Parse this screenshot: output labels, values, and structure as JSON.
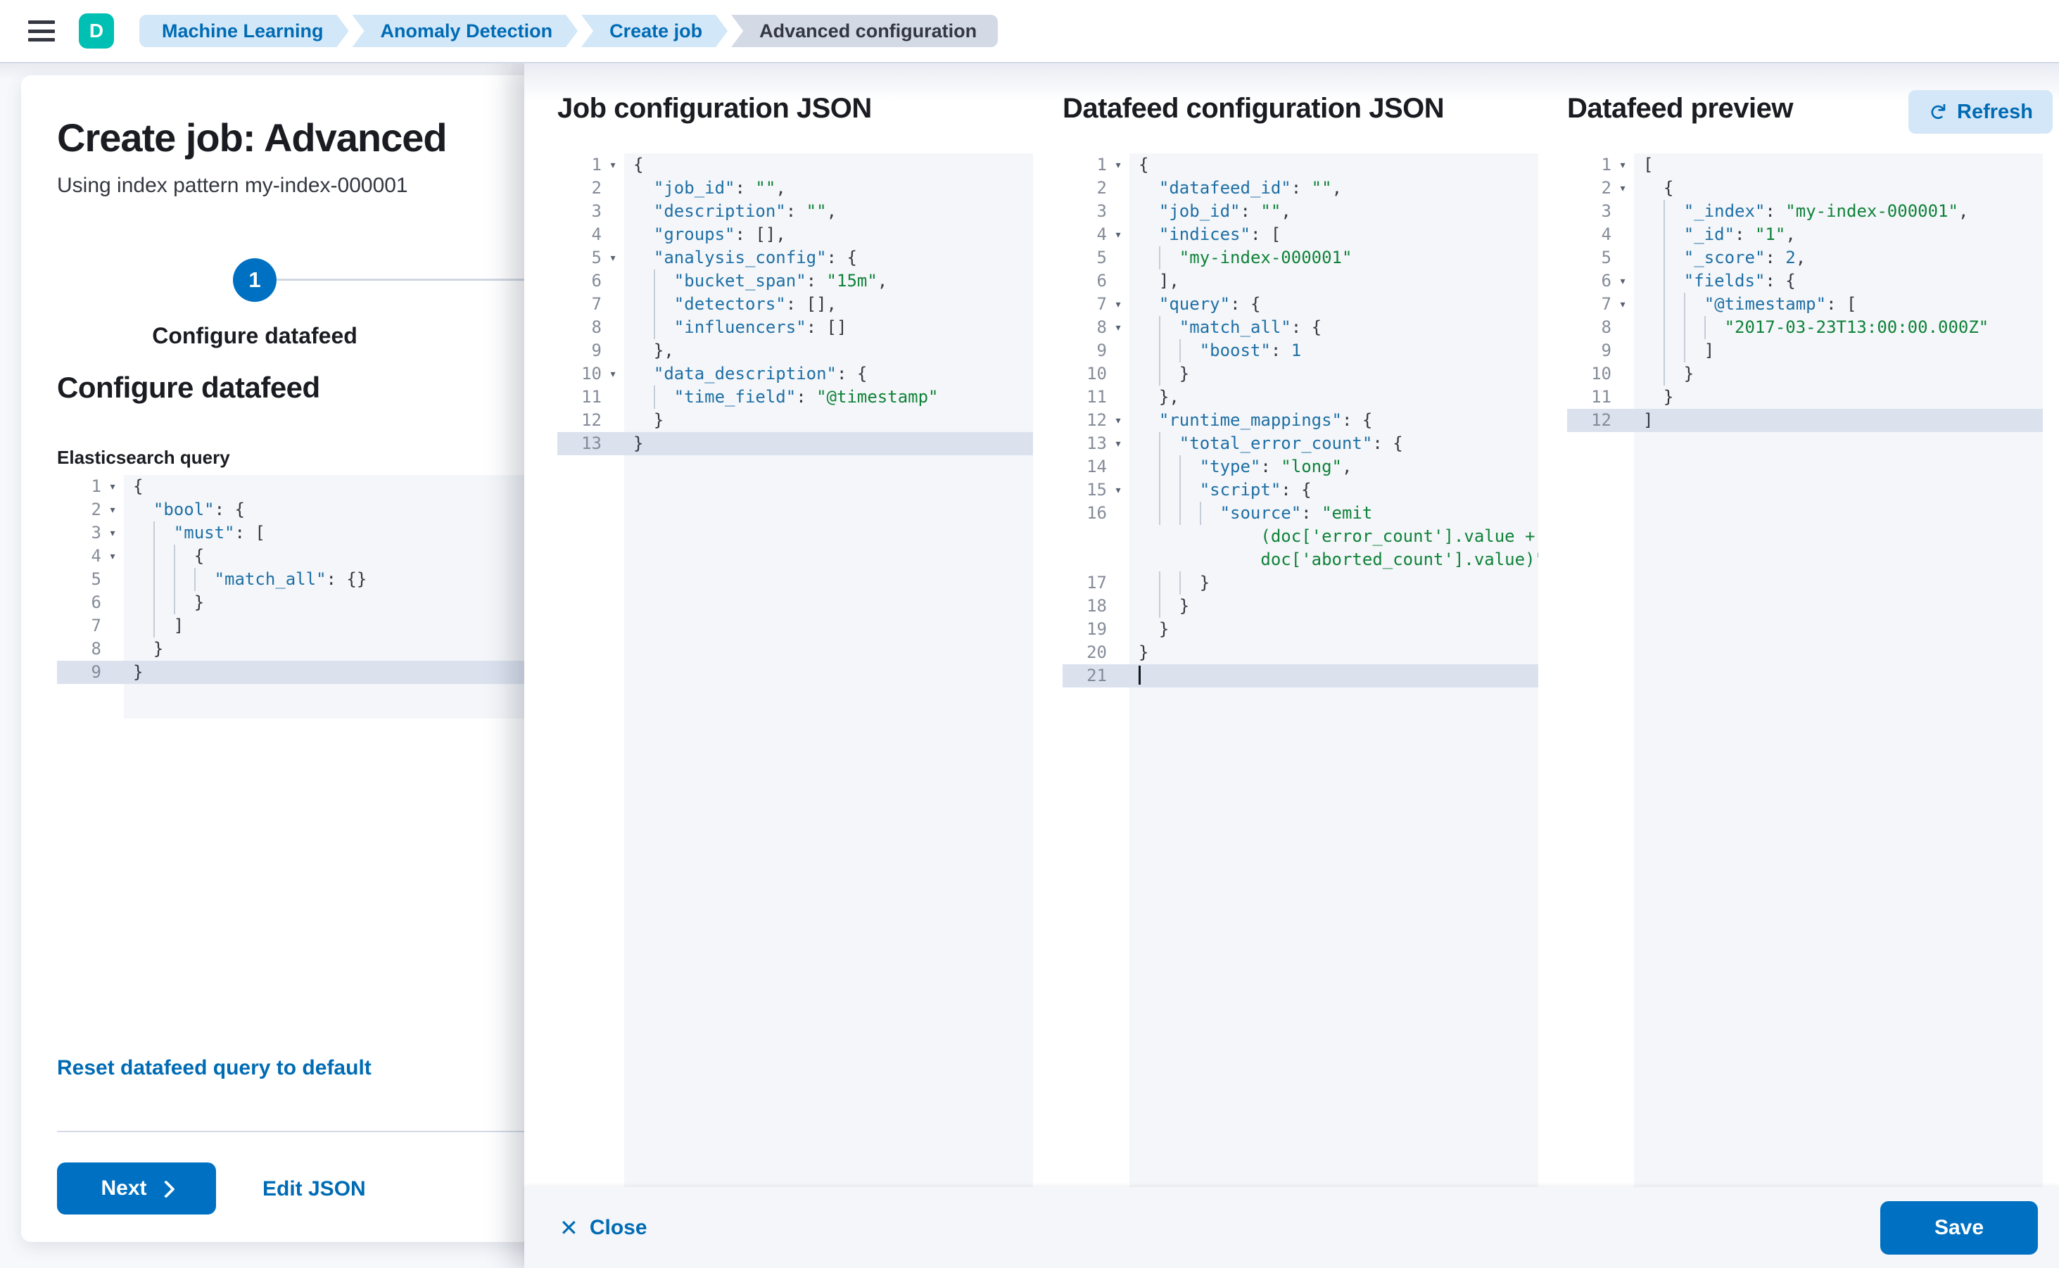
{
  "topbar": {
    "avatar_initial": "D",
    "breadcrumbs": [
      {
        "label": "Machine Learning",
        "current": false
      },
      {
        "label": "Anomaly Detection",
        "current": false
      },
      {
        "label": "Create job",
        "current": false
      },
      {
        "label": "Advanced configuration",
        "current": true
      }
    ]
  },
  "wizard": {
    "title": "Create job: Advanced",
    "subtitle": "Using index pattern my-index-000001",
    "step_number": "1",
    "step_label": "Configure datafeed",
    "section_heading": "Configure datafeed",
    "query_editor_label": "Elasticsearch query",
    "reset_link": "Reset datafeed query to default",
    "next_button": "Next",
    "edit_json_link": "Edit JSON"
  },
  "flyout": {
    "columns": [
      {
        "title": "Job configuration JSON"
      },
      {
        "title": "Datafeed configuration JSON"
      },
      {
        "title": "Datafeed preview",
        "refresh_button": "Refresh"
      }
    ],
    "close_button": "Close",
    "save_button": "Save"
  },
  "colors": {
    "primary_button": "#0071c2",
    "link_blue": "#006bb4",
    "breadcrumb_pill": "#d2e7f8",
    "breadcrumb_current": "#d3dae6",
    "avatar_green": "#00bfb3",
    "code_key": "#1e6fa5",
    "code_string": "#0f8239",
    "code_background": "#f4f6f9",
    "active_line": "#dbe2ee"
  },
  "editors": {
    "query": {
      "lines": [
        {
          "n": "1",
          "fold": true,
          "t": "{"
        },
        {
          "n": "2",
          "fold": true,
          "t": "  \"bool\": {"
        },
        {
          "n": "3",
          "fold": true,
          "t": "    \"must\": ["
        },
        {
          "n": "4",
          "fold": true,
          "t": "      {"
        },
        {
          "n": "5",
          "fold": false,
          "t": "        \"match_all\": {}"
        },
        {
          "n": "6",
          "fold": false,
          "t": "      }"
        },
        {
          "n": "7",
          "fold": false,
          "t": "    ]"
        },
        {
          "n": "8",
          "fold": false,
          "t": "  }"
        },
        {
          "n": "9",
          "fold": false,
          "t": "}",
          "active": true
        }
      ]
    },
    "job": {
      "lines": [
        {
          "n": "1",
          "fold": true,
          "t": "{"
        },
        {
          "n": "2",
          "fold": false,
          "t": "  \"job_id\": \"\","
        },
        {
          "n": "3",
          "fold": false,
          "t": "  \"description\": \"\","
        },
        {
          "n": "4",
          "fold": false,
          "t": "  \"groups\": [],"
        },
        {
          "n": "5",
          "fold": true,
          "t": "  \"analysis_config\": {"
        },
        {
          "n": "6",
          "fold": false,
          "t": "    \"bucket_span\": \"15m\","
        },
        {
          "n": "7",
          "fold": false,
          "t": "    \"detectors\": [],"
        },
        {
          "n": "8",
          "fold": false,
          "t": "    \"influencers\": []"
        },
        {
          "n": "9",
          "fold": false,
          "t": "  },"
        },
        {
          "n": "10",
          "fold": true,
          "t": "  \"data_description\": {"
        },
        {
          "n": "11",
          "fold": false,
          "t": "    \"time_field\": \"@timestamp\""
        },
        {
          "n": "12",
          "fold": false,
          "t": "  }"
        },
        {
          "n": "13",
          "fold": false,
          "t": "}",
          "active": true
        }
      ]
    },
    "datafeed": {
      "lines": [
        {
          "n": "1",
          "fold": true,
          "t": "{"
        },
        {
          "n": "2",
          "fold": false,
          "t": "  \"datafeed_id\": \"\","
        },
        {
          "n": "3",
          "fold": false,
          "t": "  \"job_id\": \"\","
        },
        {
          "n": "4",
          "fold": true,
          "t": "  \"indices\": ["
        },
        {
          "n": "5",
          "fold": false,
          "t": "    \"my-index-000001\""
        },
        {
          "n": "6",
          "fold": false,
          "t": "  ],"
        },
        {
          "n": "7",
          "fold": true,
          "t": "  \"query\": {"
        },
        {
          "n": "8",
          "fold": true,
          "t": "    \"match_all\": {"
        },
        {
          "n": "9",
          "fold": false,
          "t": "      \"boost\": 1"
        },
        {
          "n": "10",
          "fold": false,
          "t": "    }"
        },
        {
          "n": "11",
          "fold": false,
          "t": "  },"
        },
        {
          "n": "12",
          "fold": true,
          "t": "  \"runtime_mappings\": {"
        },
        {
          "n": "13",
          "fold": true,
          "t": "    \"total_error_count\": {"
        },
        {
          "n": "14",
          "fold": false,
          "t": "      \"type\": \"long\","
        },
        {
          "n": "15",
          "fold": true,
          "t": "      \"script\": {"
        },
        {
          "n": "16",
          "fold": false,
          "t": "        \"source\": \"emit"
        },
        {
          "n": "",
          "fold": false,
          "t": "            (doc['error_count'].value +",
          "wrap": true
        },
        {
          "n": "",
          "fold": false,
          "t": "            doc['aborted_count'].value)\"",
          "wrap": true
        },
        {
          "n": "17",
          "fold": false,
          "t": "      }"
        },
        {
          "n": "18",
          "fold": false,
          "t": "    }"
        },
        {
          "n": "19",
          "fold": false,
          "t": "  }"
        },
        {
          "n": "20",
          "fold": false,
          "t": "}"
        },
        {
          "n": "21",
          "fold": false,
          "t": "",
          "active": true,
          "cursor": true
        }
      ]
    },
    "preview": {
      "lines": [
        {
          "n": "1",
          "fold": true,
          "t": "["
        },
        {
          "n": "2",
          "fold": true,
          "t": "  {"
        },
        {
          "n": "3",
          "fold": false,
          "t": "    \"_index\": \"my-index-000001\","
        },
        {
          "n": "4",
          "fold": false,
          "t": "    \"_id\": \"1\","
        },
        {
          "n": "5",
          "fold": false,
          "t": "    \"_score\": 2,"
        },
        {
          "n": "6",
          "fold": true,
          "t": "    \"fields\": {"
        },
        {
          "n": "7",
          "fold": true,
          "t": "      \"@timestamp\": ["
        },
        {
          "n": "8",
          "fold": false,
          "t": "        \"2017-03-23T13:00:00.000Z\""
        },
        {
          "n": "9",
          "fold": false,
          "t": "      ]"
        },
        {
          "n": "10",
          "fold": false,
          "t": "    }"
        },
        {
          "n": "11",
          "fold": false,
          "t": "  }"
        },
        {
          "n": "12",
          "fold": false,
          "t": "]",
          "active": true
        }
      ]
    }
  }
}
